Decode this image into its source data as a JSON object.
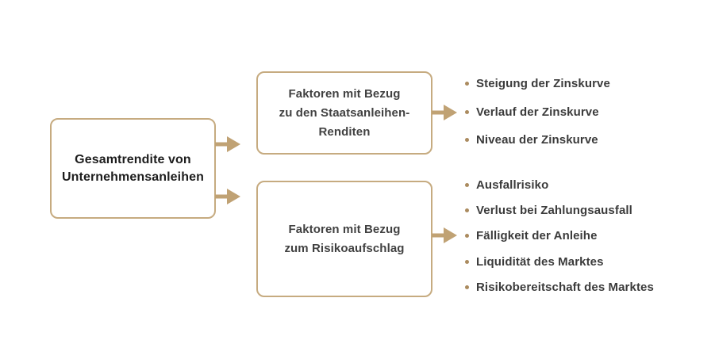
{
  "colors": {
    "accent": "#c0a274",
    "box-border": "#c6ab80",
    "bullet-dot": "#ab8b5f",
    "root-text": "#1d1d1d",
    "box-text": "#414141",
    "bullet-text": "#3b3b3b",
    "background": "#ffffff"
  },
  "diagram": {
    "root_box": {
      "label": "Gesamtrendite von\nUnternehmensanleihen"
    },
    "branches": [
      {
        "box_label": "Faktoren mit Bezug\nzu den Staatsanleihen-\nRenditen",
        "items": [
          "Steigung der Zinskurve",
          "Verlauf der Zinskurve",
          "Niveau der Zinskurve"
        ]
      },
      {
        "box_label": "Faktoren mit Bezug\nzum Risikoaufschlag",
        "items": [
          "Ausfallrisiko",
          "Verlust bei Zahlungsausfall",
          "Fälligkeit der Anleihe",
          "Liquidität des Marktes",
          "Risikobereitschaft des Marktes"
        ]
      }
    ]
  }
}
